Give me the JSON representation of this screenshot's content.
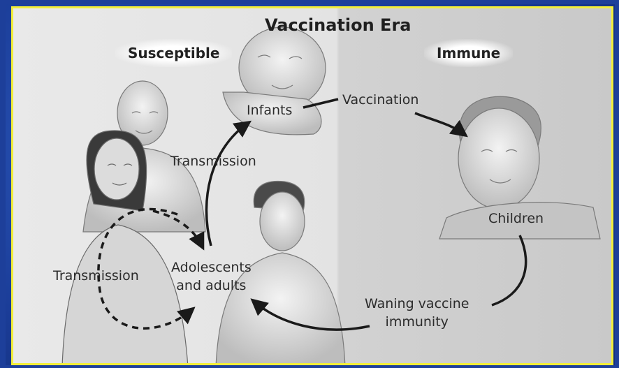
{
  "title": "Vaccination Era",
  "headings": {
    "susceptible": "Susceptible",
    "immune": "Immune"
  },
  "nodes": {
    "infants": "Infants",
    "vaccination": "Vaccination",
    "children": "Children",
    "waning_line1": "Waning vaccine",
    "waning_line2": "immunity",
    "adolescents_line1": "Adolescents",
    "adolescents_line2": "and adults",
    "transmission_upper": "Transmission",
    "transmission_left": "Transmission"
  },
  "colors": {
    "border": "#f2ee3a",
    "background": "#1d3f9a",
    "arrow": "#1a1a1a"
  }
}
